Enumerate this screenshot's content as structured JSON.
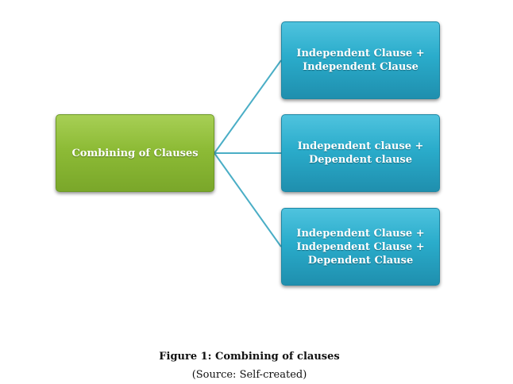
{
  "diagram": {
    "root": {
      "label": "Combining of Clauses",
      "color": "#8dbb36"
    },
    "children": [
      {
        "label": "Independent Clause +\nIndependent Clause"
      },
      {
        "label": "Independent clause +\nDependent clause"
      },
      {
        "label": "Independent Clause +\nIndependent Clause +\nDependent Clause"
      }
    ],
    "child_color": "#2aaccb",
    "connector_color": "#4aaec6"
  },
  "figure": {
    "caption": "Figure 1: Combining of clauses",
    "source": "(Source: Self-created)"
  }
}
